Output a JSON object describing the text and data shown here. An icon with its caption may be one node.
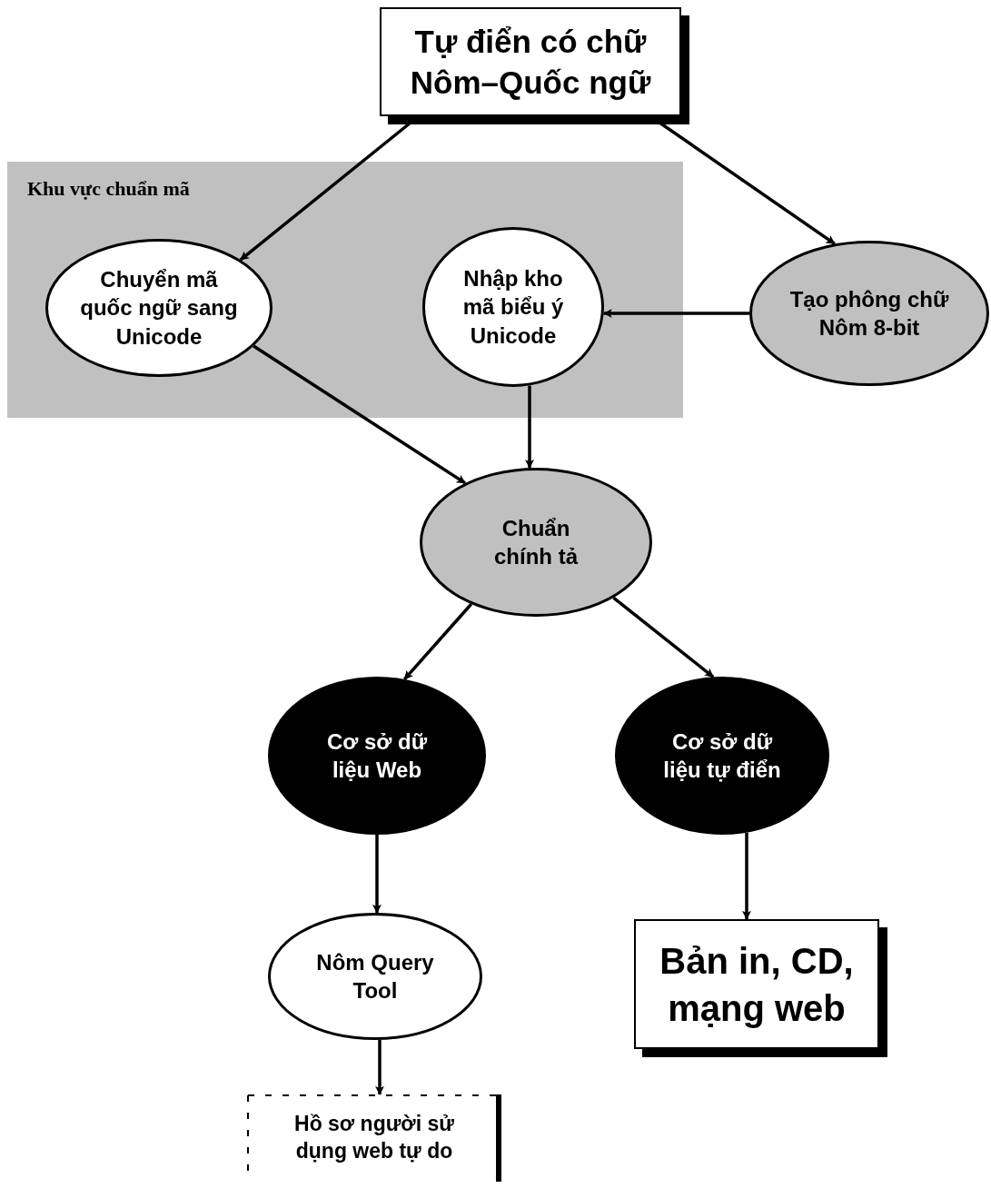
{
  "diagram": {
    "nodes": [
      {
        "text": [
          "Tự điển có chữ Nôm–Quốc ngữ"
        ]
      },
      {
        "text": [
          "Khu vực chuẩn mã"
        ]
      },
      {
        "text": [
          "Chuyển mã quốc ngữ sang Unicode"
        ],
        "in": 1
      },
      {
        "text": [
          "Nhập kho mã biểu ý Unicode"
        ],
        "in": 1
      },
      {
        "text": [
          "Tạo phông chữ Nôm 8-bit"
        ]
      },
      {
        "text": [
          "Chuẩn chính tả"
        ]
      },
      {
        "text": [
          "Cơ sở dữ liệu Web"
        ]
      },
      {
        "text": [
          "Cơ sở dữ liệu tự điển"
        ]
      },
      {
        "text": [
          "Nôm Query Tool"
        ]
      },
      {
        "text": [
          "Bản in, CD, mạng web"
        ]
      },
      {
        "text": [
          "Hồ sơ người sử dụng web tự do"
        ]
      }
    ],
    "edges": [
      {
        "from": 0,
        "to": 2,
        "arrow": "to"
      },
      {
        "from": 0,
        "to": 4,
        "arrow": "to"
      },
      {
        "from": 4,
        "to": 3,
        "arrow": "to"
      },
      {
        "from": 2,
        "to": 5,
        "arrow": "to"
      },
      {
        "from": 3,
        "to": 5,
        "arrow": "to"
      },
      {
        "from": 5,
        "to": 6,
        "arrow": "to"
      },
      {
        "from": 5,
        "to": 7,
        "arrow": "to"
      },
      {
        "from": 6,
        "to": 8,
        "arrow": "to"
      },
      {
        "from": 7,
        "to": 9,
        "arrow": "to"
      },
      {
        "from": 8,
        "to": 10,
        "arrow": "to"
      }
    ]
  }
}
